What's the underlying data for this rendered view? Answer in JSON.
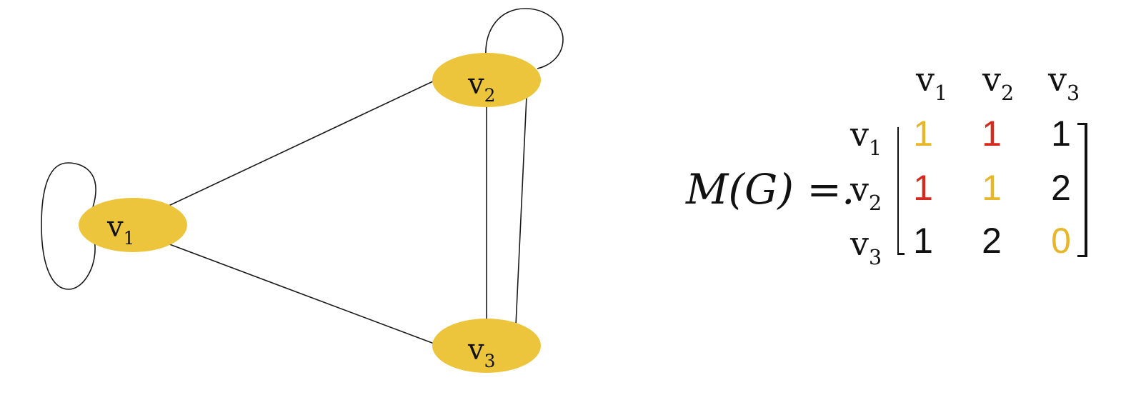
{
  "graph": {
    "nodes": [
      {
        "id": "v1",
        "base": "v",
        "sub": "1"
      },
      {
        "id": "v2",
        "base": "v",
        "sub": "2"
      },
      {
        "id": "v3",
        "base": "v",
        "sub": "3"
      }
    ],
    "edges": [
      {
        "from": "v1",
        "to": "v1",
        "kind": "loop"
      },
      {
        "from": "v2",
        "to": "v2",
        "kind": "loop"
      },
      {
        "from": "v1",
        "to": "v2",
        "kind": "line"
      },
      {
        "from": "v1",
        "to": "v3",
        "kind": "line"
      },
      {
        "from": "v2",
        "to": "v3",
        "kind": "line"
      },
      {
        "from": "v2",
        "to": "v3",
        "kind": "line"
      }
    ],
    "node_color": "#ecc53c"
  },
  "equation": {
    "lhs": "M(G) =."
  },
  "matrix": {
    "col_headers": [
      {
        "base": "v",
        "sub": "1"
      },
      {
        "base": "v",
        "sub": "2"
      },
      {
        "base": "v",
        "sub": "3"
      }
    ],
    "row_headers": [
      {
        "base": "v",
        "sub": "1"
      },
      {
        "base": "v",
        "sub": "2"
      },
      {
        "base": "v",
        "sub": "3"
      }
    ],
    "rows": [
      [
        {
          "v": "1",
          "color": "#e8b62a"
        },
        {
          "v": "1",
          "color": "#d42b1e"
        },
        {
          "v": "1",
          "color": "#111111"
        }
      ],
      [
        {
          "v": "1",
          "color": "#d42b1e"
        },
        {
          "v": "1",
          "color": "#e8b62a"
        },
        {
          "v": "2",
          "color": "#111111"
        }
      ],
      [
        {
          "v": "1",
          "color": "#111111"
        },
        {
          "v": "2",
          "color": "#111111"
        },
        {
          "v": "0",
          "color": "#e8b62a"
        }
      ]
    ]
  }
}
